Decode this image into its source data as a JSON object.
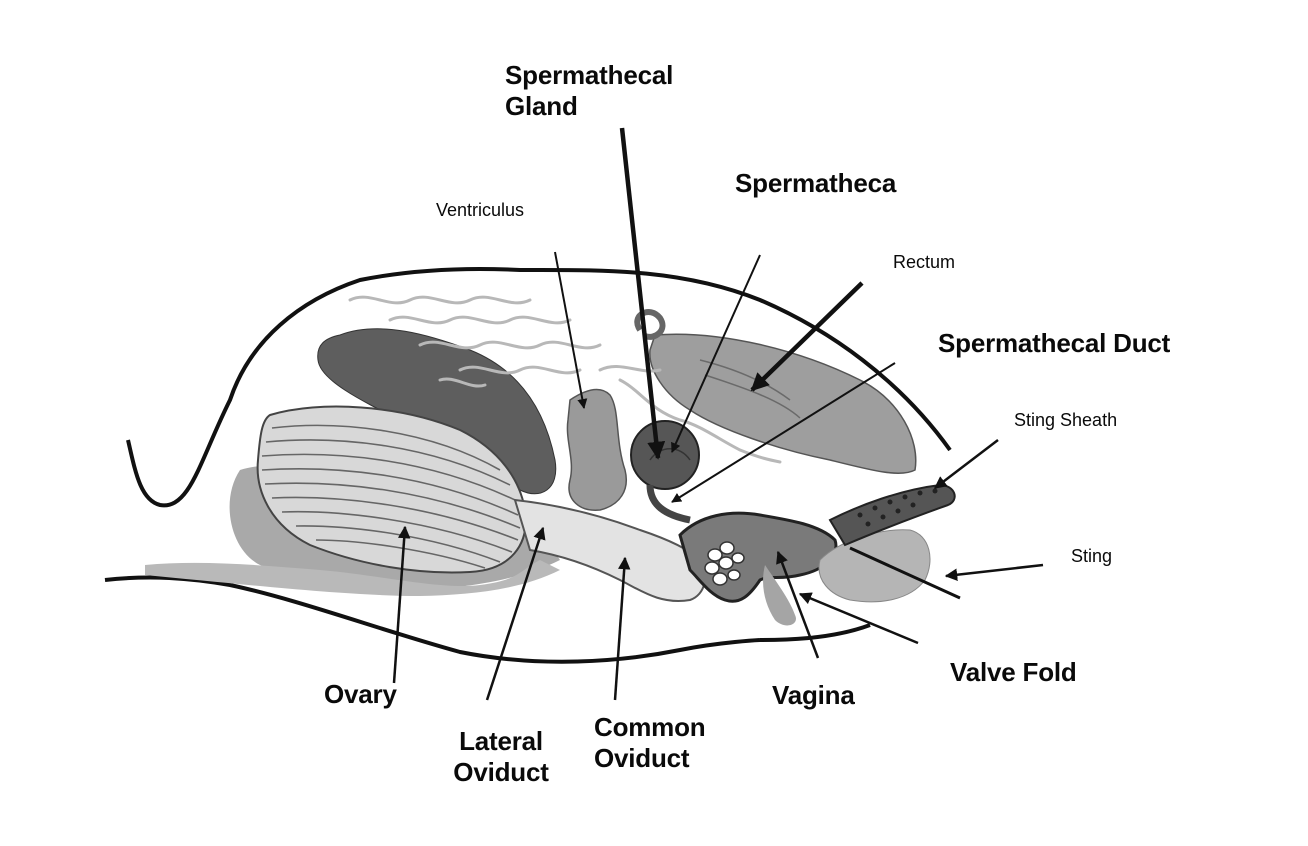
{
  "labels": {
    "spermathecal_gland": [
      "Spermathecal",
      "Gland"
    ],
    "spermatheca": "Spermatheca",
    "ventriculus": "Ventriculus",
    "rectum": "Rectum",
    "spermathecal_duct": "Spermathecal Duct",
    "sting_sheath": "Sting Sheath",
    "sting": "Sting",
    "ovary": "Ovary",
    "lateral_oviduct": [
      "Lateral",
      "Oviduct"
    ],
    "common_oviduct": [
      "Common",
      "Oviduct"
    ],
    "vagina": "Vagina",
    "valve_fold": "Valve Fold"
  },
  "colors": {
    "outline": "#111111",
    "dark_organ": "#5e5e5e",
    "mid_organ": "#8f8f8f",
    "light_organ": "#a9a9a9",
    "pale_organ": "#c9c9c9",
    "very_pale": "#dcdcdc",
    "trachea": "#b4b4b4"
  }
}
